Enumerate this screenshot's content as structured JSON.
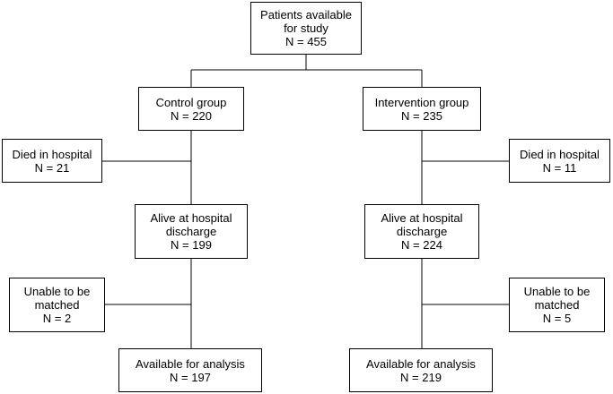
{
  "flowchart": {
    "root": {
      "lines": [
        "Patients available",
        "for study",
        "N = 455"
      ]
    },
    "control": {
      "group": {
        "lines": [
          "Control group",
          "N = 220"
        ]
      },
      "died": {
        "lines": [
          "Died in hospital",
          "N = 21"
        ]
      },
      "alive": {
        "lines": [
          "Alive at hospital",
          "discharge",
          "N = 199"
        ]
      },
      "unmatched": {
        "lines": [
          "Unable to be",
          "matched",
          "N = 2"
        ]
      },
      "analysis": {
        "lines": [
          "Available for analysis",
          "N = 197"
        ]
      }
    },
    "intervention": {
      "group": {
        "lines": [
          "Intervention group",
          "N = 235"
        ]
      },
      "died": {
        "lines": [
          "Died in hospital",
          "N = 11"
        ]
      },
      "alive": {
        "lines": [
          "Alive at hospital",
          "discharge",
          "N = 224"
        ]
      },
      "unmatched": {
        "lines": [
          "Unable to be",
          "matched",
          "N = 5"
        ]
      },
      "analysis": {
        "lines": [
          "Available for analysis",
          "N = 219"
        ]
      }
    }
  }
}
